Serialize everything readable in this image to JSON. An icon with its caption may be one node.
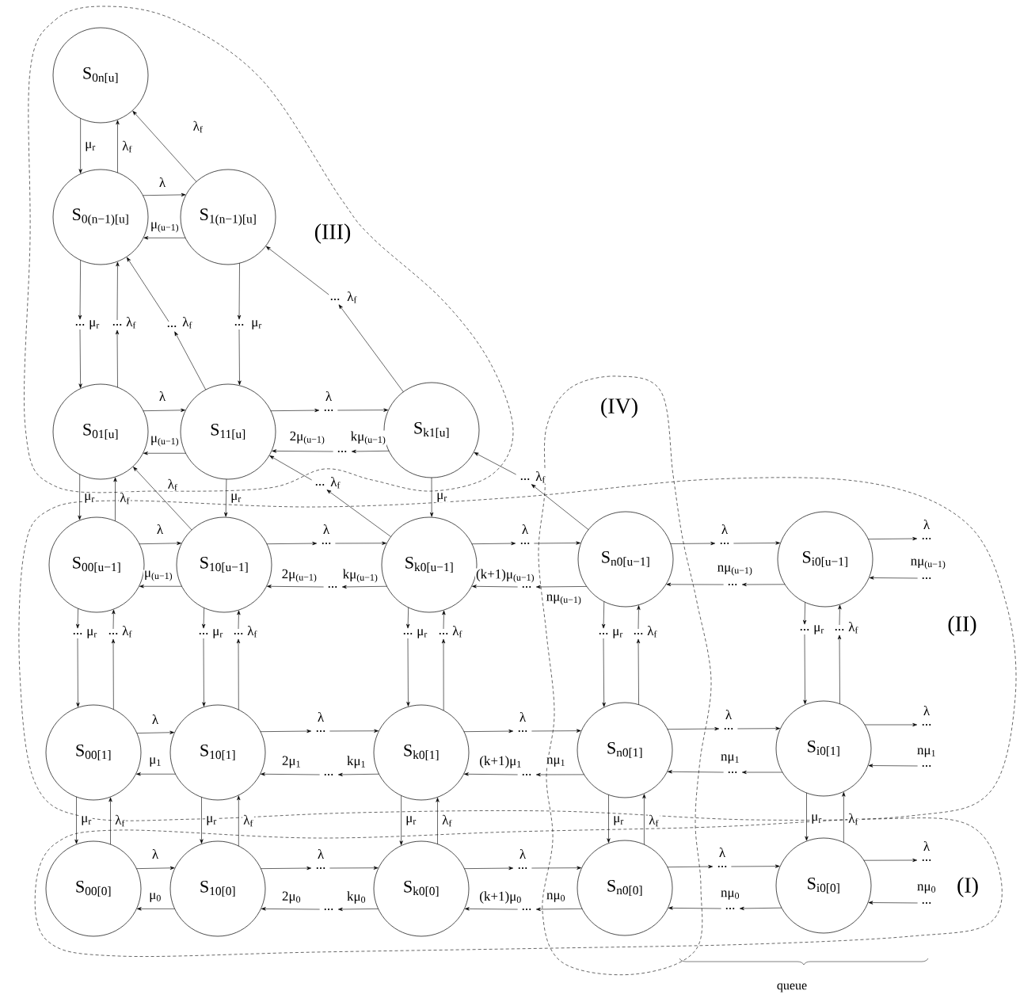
{
  "diagram": {
    "nodes": [
      {
        "text": [
          "S$_{0n[u]}$"
        ]
      },
      {
        "text": [
          "S$_{0(n−1)[u]}$"
        ]
      },
      {
        "text": [
          "S$_{1(n−1)[u]}$"
        ]
      },
      {
        "text": [
          "S$_{01[u]}$"
        ]
      },
      {
        "text": [
          "S$_{11[u]}$"
        ]
      },
      {
        "text": [
          "S$_{k1[u]}$"
        ]
      },
      {
        "text": [
          "S$_{00[u−1]}$"
        ]
      },
      {
        "text": [
          "S$_{10[u−1]}$"
        ]
      },
      {
        "text": [
          "S$_{k0[u−1]}$"
        ]
      },
      {
        "text": [
          "S$_{n0[u−1]}$"
        ]
      },
      {
        "text": [
          "S$_{i0[u−1]}$"
        ]
      },
      {
        "text": [
          "S$_{00[1]}$"
        ]
      },
      {
        "text": [
          "S$_{10[1]}$"
        ]
      },
      {
        "text": [
          "S$_{k0[1]}$"
        ]
      },
      {
        "text": [
          "S$_{n0[1]}$"
        ]
      },
      {
        "text": [
          "S$_{i0[1]}$"
        ]
      },
      {
        "text": [
          "S$_{00[0]}$"
        ]
      },
      {
        "text": [
          "S$_{10[0]}$"
        ]
      },
      {
        "text": [
          "S$_{k0[0]}$"
        ]
      },
      {
        "text": [
          "S$_{n0[0]}$"
        ]
      },
      {
        "text": [
          "S$_{i0[0]}$"
        ]
      },
      {
        "text": [
          "..."
        ]
      },
      {
        "text": [
          "..."
        ]
      },
      {
        "text": [
          "..."
        ]
      },
      {
        "text": [
          "..."
        ]
      },
      {
        "text": [
          "..."
        ]
      },
      {
        "text": [
          "..."
        ]
      },
      {
        "text": [
          "..."
        ]
      },
      {
        "text": [
          "..."
        ]
      },
      {
        "text": [
          "..."
        ]
      },
      {
        "text": [
          "..."
        ]
      },
      {
        "text": [
          "..."
        ]
      },
      {
        "text": [
          "..."
        ]
      },
      {
        "text": [
          "..."
        ]
      },
      {
        "text": [
          "..."
        ]
      },
      {
        "text": [
          "..."
        ]
      },
      {
        "text": [
          "..."
        ]
      },
      {
        "text": [
          "..."
        ]
      },
      {
        "text": [
          "..."
        ]
      },
      {
        "text": [
          "..."
        ]
      },
      {
        "text": [
          "..."
        ]
      },
      {
        "text": [
          "..."
        ]
      },
      {
        "text": [
          "..."
        ]
      },
      {
        "text": [
          "..."
        ]
      },
      {
        "text": [
          "..."
        ]
      },
      {
        "text": [
          "..."
        ]
      },
      {
        "text": [
          "..."
        ]
      },
      {
        "text": [
          "..."
        ]
      },
      {
        "text": [
          "..."
        ]
      },
      {
        "text": [
          "..."
        ]
      },
      {
        "text": [
          "..."
        ]
      },
      {
        "text": [
          "..."
        ]
      },
      {
        "text": [
          "..."
        ]
      },
      {
        "text": [
          "..."
        ]
      },
      {
        "text": [
          "..."
        ]
      },
      {
        "text": [
          "..."
        ]
      },
      {
        "text": [
          "..."
        ]
      },
      {
        "text": [
          "..."
        ]
      },
      {
        "text": [
          "..."
        ]
      },
      {
        "text": [
          "..."
        ]
      },
      {
        "text": [
          "..."
        ]
      },
      {
        "text": [
          "..."
        ]
      },
      {
        "text": [
          "..."
        ]
      },
      {
        "text": [
          "..."
        ]
      }
    ],
    "edges": [
      {
        "from": 0,
        "to": 1,
        "arrow": "to",
        "label": "μ$_{r}$"
      },
      {
        "from": 1,
        "to": 0,
        "arrow": "to",
        "label": "λ$_{f}$"
      },
      {
        "from": 2,
        "to": 0,
        "arrow": "to",
        "label": "λ$_{f}$"
      },
      {
        "from": 1,
        "to": 2,
        "arrow": "to",
        "label": "λ"
      },
      {
        "from": 2,
        "to": 1,
        "arrow": "to",
        "label": "μ$_{(u−1)}$"
      },
      {
        "from": 1,
        "to": 21,
        "arrow": "to",
        "label": "μ$_{r}$"
      },
      {
        "from": 21,
        "to": 3,
        "arrow": "to"
      },
      {
        "from": 3,
        "to": 22,
        "arrow": "to",
        "label": "λ$_{f}$"
      },
      {
        "from": 22,
        "to": 1,
        "arrow": "to"
      },
      {
        "from": 4,
        "to": 23,
        "arrow": "to",
        "label": "λ$_{f}$"
      },
      {
        "from": 23,
        "to": 1,
        "arrow": "to"
      },
      {
        "from": 2,
        "to": 24,
        "arrow": "to",
        "label": "μ$_{r}$"
      },
      {
        "from": 24,
        "to": 4,
        "arrow": "to"
      },
      {
        "from": 5,
        "to": 25,
        "arrow": "to",
        "label": "λ$_{f}$"
      },
      {
        "from": 25,
        "to": 2,
        "arrow": "to"
      },
      {
        "from": 3,
        "to": 4,
        "arrow": "to",
        "label": "λ"
      },
      {
        "from": 4,
        "to": 3,
        "arrow": "to",
        "label": "μ$_{(u−1)}$"
      },
      {
        "from": 4,
        "to": 26,
        "arrow": "to",
        "label": "λ"
      },
      {
        "from": 26,
        "to": 5,
        "arrow": "to"
      },
      {
        "from": 5,
        "to": 27,
        "arrow": "to",
        "label": "kμ$_{(u−1)}$"
      },
      {
        "from": 27,
        "to": 4,
        "arrow": "to",
        "label": "2μ$_{(u−1)}$"
      },
      {
        "from": 3,
        "to": 6,
        "arrow": "to",
        "label": "μ$_{r}$"
      },
      {
        "from": 6,
        "to": 3,
        "arrow": "to",
        "label": "λ$_{f}$"
      },
      {
        "from": 7,
        "to": 3,
        "arrow": "to",
        "label": "λ$_{f}$"
      },
      {
        "from": 4,
        "to": 7,
        "arrow": "to",
        "label": "μ$_{r}$"
      },
      {
        "from": 8,
        "to": 28,
        "arrow": "to",
        "label": "λ$_{f}$"
      },
      {
        "from": 28,
        "to": 4,
        "arrow": "to"
      },
      {
        "from": 5,
        "to": 8,
        "arrow": "to",
        "label": "μ$_{r}$"
      },
      {
        "from": 9,
        "to": 29,
        "arrow": "to",
        "label": "λ$_{f}$"
      },
      {
        "from": 29,
        "to": 5,
        "arrow": "to"
      },
      {
        "from": 6,
        "to": 7,
        "arrow": "to",
        "label": "λ"
      },
      {
        "from": 7,
        "to": 6,
        "arrow": "to",
        "label": "μ$_{(u−1)}$"
      },
      {
        "from": 7,
        "to": 30,
        "arrow": "to",
        "label": "λ"
      },
      {
        "from": 30,
        "to": 8,
        "arrow": "to"
      },
      {
        "from": 8,
        "to": 31,
        "arrow": "to",
        "label": "kμ$_{(u−1)}$"
      },
      {
        "from": 31,
        "to": 7,
        "arrow": "to",
        "label": "2μ$_{(u−1)}$"
      },
      {
        "from": 8,
        "to": 32,
        "arrow": "to",
        "label": "λ"
      },
      {
        "from": 32,
        "to": 9,
        "arrow": "to"
      },
      {
        "from": 9,
        "to": 33,
        "arrow": "to",
        "label": "nμ$_{(u−1)}$"
      },
      {
        "from": 33,
        "to": 8,
        "arrow": "to",
        "label": "(k+1)μ$_{(u−1)}$"
      },
      {
        "from": 9,
        "to": 34,
        "arrow": "to",
        "label": "λ"
      },
      {
        "from": 34,
        "to": 10,
        "arrow": "to"
      },
      {
        "from": 10,
        "to": 35,
        "arrow": "to",
        "label": "nμ$_{(u−1)}$"
      },
      {
        "from": 35,
        "to": 9,
        "arrow": "to"
      },
      {
        "from": 10,
        "to": 36,
        "arrow": "to",
        "label": "λ"
      },
      {
        "from": 37,
        "to": 10,
        "arrow": "to",
        "label": "nμ$_{(u−1)}$"
      },
      {
        "from": 6,
        "to": 38,
        "arrow": "to",
        "label": "μ$_{r}$"
      },
      {
        "from": 38,
        "to": 11,
        "arrow": "to"
      },
      {
        "from": 11,
        "to": 39,
        "arrow": "to",
        "label": "λ$_{f}$"
      },
      {
        "from": 39,
        "to": 6,
        "arrow": "to"
      },
      {
        "from": 7,
        "to": 40,
        "arrow": "to",
        "label": "μ$_{r}$"
      },
      {
        "from": 40,
        "to": 12,
        "arrow": "to"
      },
      {
        "from": 12,
        "to": 41,
        "arrow": "to",
        "label": "λ$_{f}$"
      },
      {
        "from": 41,
        "to": 7,
        "arrow": "to"
      },
      {
        "from": 8,
        "to": 42,
        "arrow": "to",
        "label": "μ$_{r}$"
      },
      {
        "from": 42,
        "to": 13,
        "arrow": "to"
      },
      {
        "from": 13,
        "to": 43,
        "arrow": "to",
        "label": "λ$_{f}$"
      },
      {
        "from": 43,
        "to": 8,
        "arrow": "to"
      },
      {
        "from": 9,
        "to": 44,
        "arrow": "to",
        "label": "μ$_{r}$"
      },
      {
        "from": 44,
        "to": 14,
        "arrow": "to"
      },
      {
        "from": 14,
        "to": 45,
        "arrow": "to",
        "label": "λ$_{f}$"
      },
      {
        "from": 45,
        "to": 9,
        "arrow": "to"
      },
      {
        "from": 10,
        "to": 46,
        "arrow": "to",
        "label": "μ$_{r}$"
      },
      {
        "from": 46,
        "to": 15,
        "arrow": "to"
      },
      {
        "from": 15,
        "to": 47,
        "arrow": "to",
        "label": "λ$_{f}$"
      },
      {
        "from": 47,
        "to": 10,
        "arrow": "to"
      },
      {
        "from": 11,
        "to": 12,
        "arrow": "to",
        "label": "λ"
      },
      {
        "from": 12,
        "to": 11,
        "arrow": "to",
        "label": "μ$_{1}$"
      },
      {
        "from": 12,
        "to": 48,
        "arrow": "to",
        "label": "λ"
      },
      {
        "from": 48,
        "to": 13,
        "arrow": "to"
      },
      {
        "from": 13,
        "to": 49,
        "arrow": "to",
        "label": "kμ$_{1}$"
      },
      {
        "from": 49,
        "to": 12,
        "arrow": "to",
        "label": "2μ$_{1}$"
      },
      {
        "from": 13,
        "to": 50,
        "arrow": "to",
        "label": "λ"
      },
      {
        "from": 50,
        "to": 14,
        "arrow": "to"
      },
      {
        "from": 14,
        "to": 51,
        "arrow": "to",
        "label": "nμ$_{1}$"
      },
      {
        "from": 51,
        "to": 13,
        "arrow": "to",
        "label": "(k+1)μ$_{1}$"
      },
      {
        "from": 14,
        "to": 52,
        "arrow": "to",
        "label": "λ"
      },
      {
        "from": 52,
        "to": 15,
        "arrow": "to"
      },
      {
        "from": 15,
        "to": 53,
        "arrow": "to",
        "label": "nμ$_{1}$"
      },
      {
        "from": 53,
        "to": 14,
        "arrow": "to"
      },
      {
        "from": 15,
        "to": 54,
        "arrow": "to",
        "label": "λ"
      },
      {
        "from": 55,
        "to": 15,
        "arrow": "to",
        "label": "nμ$_{1}$"
      },
      {
        "from": 11,
        "to": 16,
        "arrow": "to",
        "label": "μ$_{r}$"
      },
      {
        "from": 16,
        "to": 11,
        "arrow": "to",
        "label": "λ$_{f}$"
      },
      {
        "from": 12,
        "to": 17,
        "arrow": "to",
        "label": "μ$_{r}$"
      },
      {
        "from": 17,
        "to": 12,
        "arrow": "to",
        "label": "λ$_{f}$"
      },
      {
        "from": 13,
        "to": 18,
        "arrow": "to",
        "label": "μ$_{r}$"
      },
      {
        "from": 18,
        "to": 13,
        "arrow": "to",
        "label": "λ$_{f}$"
      },
      {
        "from": 14,
        "to": 19,
        "arrow": "to",
        "label": "μ$_{r}$"
      },
      {
        "from": 19,
        "to": 14,
        "arrow": "to",
        "label": "λ$_{f}$"
      },
      {
        "from": 15,
        "to": 20,
        "arrow": "to",
        "label": "μ$_{r}$"
      },
      {
        "from": 20,
        "to": 15,
        "arrow": "to",
        "label": "λ$_{f}$"
      },
      {
        "from": 16,
        "to": 17,
        "arrow": "to",
        "label": "λ"
      },
      {
        "from": 17,
        "to": 16,
        "arrow": "to",
        "label": "μ$_{0}$"
      },
      {
        "from": 17,
        "to": 56,
        "arrow": "to",
        "label": "λ"
      },
      {
        "from": 56,
        "to": 18,
        "arrow": "to"
      },
      {
        "from": 18,
        "to": 57,
        "arrow": "to",
        "label": "kμ$_{0}$"
      },
      {
        "from": 57,
        "to": 17,
        "arrow": "to",
        "label": "2μ$_{0}$"
      },
      {
        "from": 18,
        "to": 58,
        "arrow": "to",
        "label": "λ"
      },
      {
        "from": 58,
        "to": 19,
        "arrow": "to"
      },
      {
        "from": 19,
        "to": 59,
        "arrow": "to",
        "label": "nμ$_{0}$"
      },
      {
        "from": 59,
        "to": 18,
        "arrow": "to",
        "label": "(k+1)μ$_{0}$"
      },
      {
        "from": 19,
        "to": 60,
        "arrow": "to",
        "label": "λ"
      },
      {
        "from": 60,
        "to": 20,
        "arrow": "to"
      },
      {
        "from": 20,
        "to": 61,
        "arrow": "to",
        "label": "nμ$_{0}$"
      },
      {
        "from": 61,
        "to": 19,
        "arrow": "to"
      },
      {
        "from": 20,
        "to": 62,
        "arrow": "to",
        "label": "λ"
      },
      {
        "from": 63,
        "to": 20,
        "arrow": "to",
        "label": "nμ$_{0}$"
      }
    ],
    "labels": [
      "(III)",
      "(IV)",
      "(II)",
      "(I)",
      "queue"
    ]
  }
}
